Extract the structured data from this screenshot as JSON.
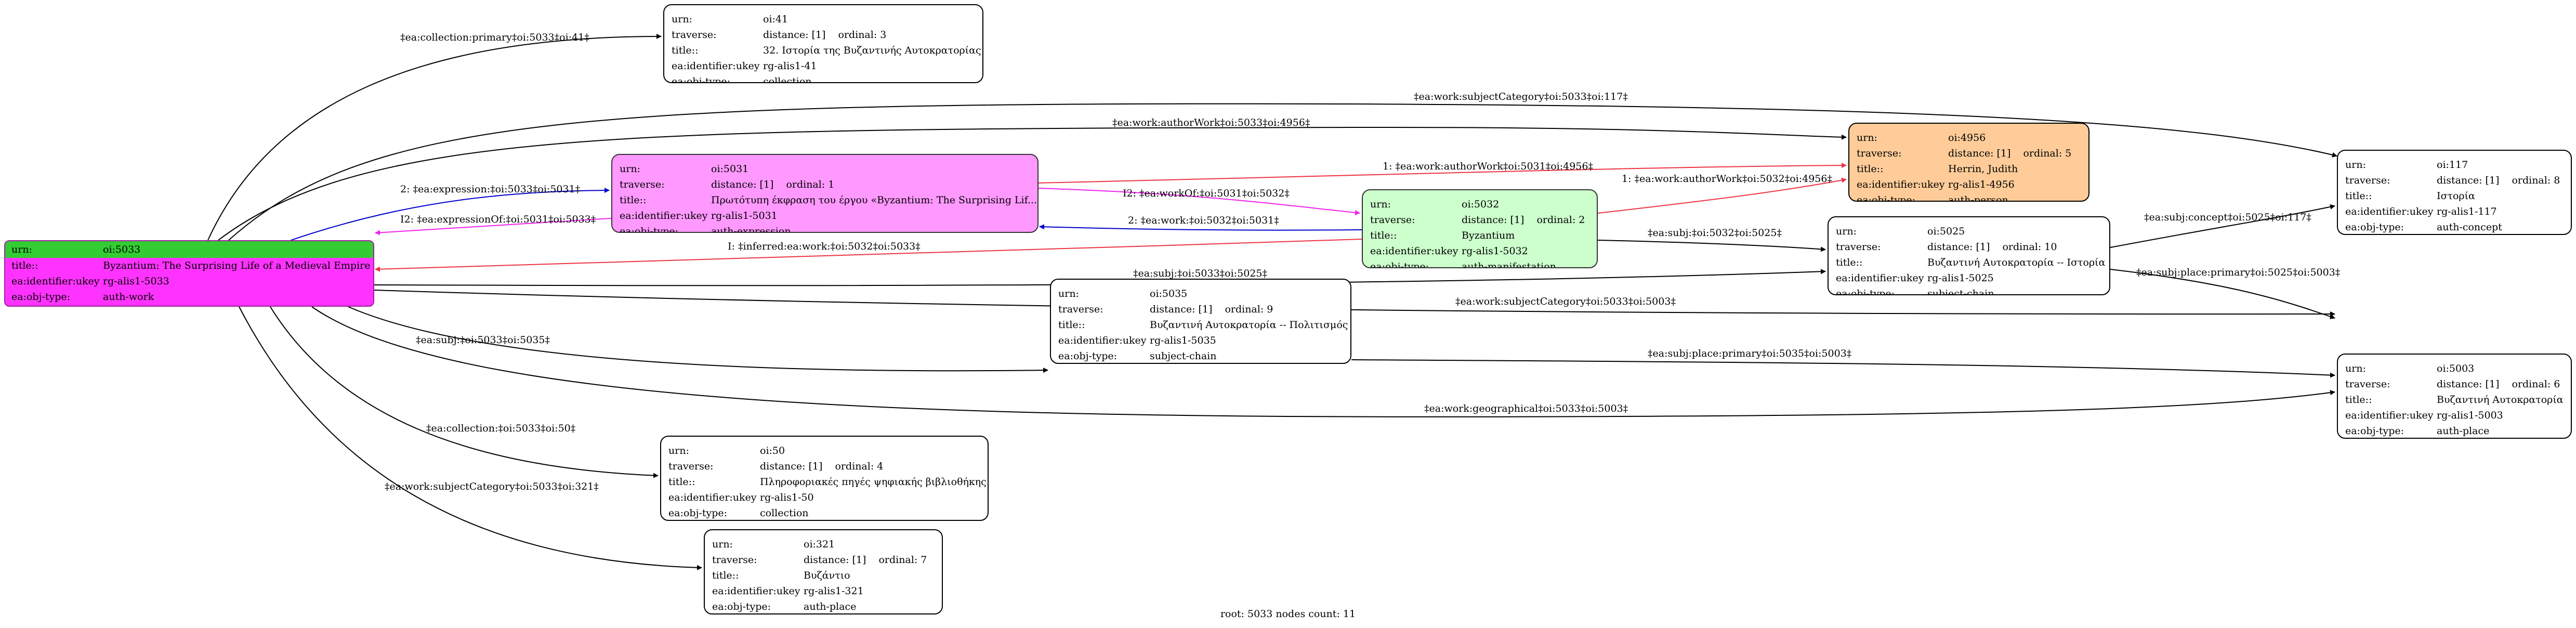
{
  "caption": "root: 5033 nodes count: 11",
  "colors": {
    "root_band": "#33cc33",
    "root_fill": "#ff33ff",
    "expression_fill": "#ff99ff",
    "manifestation_fill": "#ccffcc",
    "person_fill": "#ffcc99",
    "edge_default": "#000000",
    "edge_blue": "#0000cc",
    "edge_magenta": "#ee22ee",
    "edge_red": "#ee3344"
  },
  "nodes": [
    {
      "id": "oi5033",
      "urn": "oi:5033",
      "traverse": "",
      "ordinal": "",
      "title": "Byzantium: The Surprising Life of a Medieval Empire",
      "ukey": "rg-alis1-5033",
      "type": "auth-work"
    },
    {
      "id": "oi41",
      "urn": "oi:41",
      "traverse": "distance: [1]",
      "ordinal": "ordinal: 3",
      "title": "32. Ιστορία της Βυζαντινής Αυτοκρατορίας",
      "ukey": "rg-alis1-41",
      "type": "collection"
    },
    {
      "id": "oi5031",
      "urn": "oi:5031",
      "traverse": "distance: [1]",
      "ordinal": "ordinal: 1",
      "title": "Πρωτότυπη έκφραση του έργου «Byzantium: The Surprising Lif...",
      "ukey": "rg-alis1-5031",
      "type": "auth-expression"
    },
    {
      "id": "oi5032",
      "urn": "oi:5032",
      "traverse": "distance: [1]",
      "ordinal": "ordinal: 2",
      "title": "Byzantium",
      "ukey": "rg-alis1-5032",
      "type": "auth-manifestation"
    },
    {
      "id": "oi4956",
      "urn": "oi:4956",
      "traverse": "distance: [1]",
      "ordinal": "ordinal: 5",
      "title": "Herrin, Judith",
      "ukey": "rg-alis1-4956",
      "type": "auth-person"
    },
    {
      "id": "oi5025",
      "urn": "oi:5025",
      "traverse": "distance: [1]",
      "ordinal": "ordinal: 10",
      "title": "Βυζαντινή Αυτοκρατορία -- Ιστορία",
      "ukey": "rg-alis1-5025",
      "type": "subject-chain"
    },
    {
      "id": "oi117",
      "urn": "oi:117",
      "traverse": "distance: [1]",
      "ordinal": "ordinal: 8",
      "title": "Ιστορία",
      "ukey": "rg-alis1-117",
      "type": "auth-concept"
    },
    {
      "id": "oi5003",
      "urn": "oi:5003",
      "traverse": "distance: [1]",
      "ordinal": "ordinal: 6",
      "title": "Βυζαντινή Αυτοκρατορία",
      "ukey": "rg-alis1-5003",
      "type": "auth-place"
    },
    {
      "id": "oi5035",
      "urn": "oi:5035",
      "traverse": "distance: [1]",
      "ordinal": "ordinal: 9",
      "title": "Βυζαντινή Αυτοκρατορία -- Πολιτισμός",
      "ukey": "rg-alis1-5035",
      "type": "subject-chain"
    },
    {
      "id": "oi50",
      "urn": "oi:50",
      "traverse": "distance: [1]",
      "ordinal": "ordinal: 4",
      "title": "Πληροφοριακές πηγές ψηφιακής βιβλιοθήκης",
      "ukey": "rg-alis1-50",
      "type": "collection"
    },
    {
      "id": "oi321",
      "urn": "oi:321",
      "traverse": "distance: [1]",
      "ordinal": "ordinal: 7",
      "title": "Βυζάντιο",
      "ukey": "rg-alis1-321",
      "type": "auth-place"
    }
  ],
  "row_keys": {
    "urn": "urn:",
    "traverse": "traverse:",
    "title": "title::",
    "ukey": "ea:identifier:ukey",
    "type": "ea:obj-type:"
  },
  "edges": [
    {
      "id": "e1",
      "label": "‡ea:collection:primary‡oi:5033‡oi:41‡"
    },
    {
      "id": "e2",
      "label": "‡ea:work:subjectCategory‡oi:5033‡oi:117‡"
    },
    {
      "id": "e3",
      "label": "‡ea:work:authorWork‡oi:5033‡oi:4956‡"
    },
    {
      "id": "e4",
      "label": "2: ‡ea:expression:‡oi:5033‡oi:5031‡"
    },
    {
      "id": "e5",
      "label": "I2: ‡ea:expressionOf:‡oi:5031‡oi:5033‡"
    },
    {
      "id": "e6",
      "label": "1: ‡ea:work:authorWork‡oi:5031‡oi:4956‡"
    },
    {
      "id": "e7",
      "label": "I2: ‡ea:workOf:‡oi:5031‡oi:5032‡"
    },
    {
      "id": "e8",
      "label": "2: ‡ea:work:‡oi:5032‡oi:5031‡"
    },
    {
      "id": "e9",
      "label": "1: ‡ea:work:authorWork‡oi:5032‡oi:4956‡"
    },
    {
      "id": "e10",
      "label": "I: ‡inferred:ea:work:‡oi:5032‡oi:5033‡"
    },
    {
      "id": "e11",
      "label": "‡ea:subj:‡oi:5032‡oi:5025‡"
    },
    {
      "id": "e12",
      "label": "‡ea:subj:‡oi:5033‡oi:5025‡"
    },
    {
      "id": "e13",
      "label": "‡ea:subj:concept‡oi:5025‡oi:117‡"
    },
    {
      "id": "e14",
      "label": "‡ea:subj:place:primary‡oi:5025‡oi:5003‡"
    },
    {
      "id": "e15",
      "label": "‡ea:work:subjectCategory‡oi:5033‡oi:5003‡"
    },
    {
      "id": "e16",
      "label": "‡ea:subj:‡oi:5033‡oi:5035‡"
    },
    {
      "id": "e17",
      "label": "‡ea:subj:place:primary‡oi:5035‡oi:5003‡"
    },
    {
      "id": "e18",
      "label": "‡ea:work:geographical‡oi:5033‡oi:5003‡"
    },
    {
      "id": "e19",
      "label": "‡ea:collection:‡oi:5033‡oi:50‡"
    },
    {
      "id": "e20",
      "label": "‡ea:work:subjectCategory‡oi:5033‡oi:321‡"
    }
  ]
}
